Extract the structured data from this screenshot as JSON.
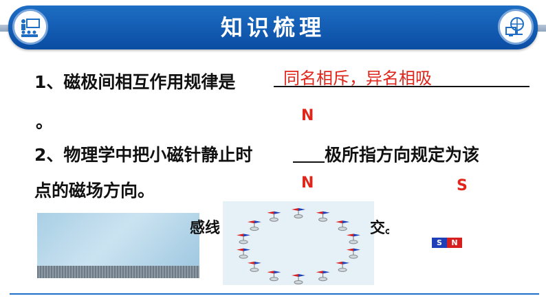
{
  "banner": {
    "title": "知识梳理",
    "left_icon": "presentation-icon",
    "right_icon": "globe-computer-icon"
  },
  "q1": {
    "text": "1、磁极间相互作用规律是",
    "answer": "同名相斥，异名相吸",
    "trailing": "。"
  },
  "q2": {
    "letter_above": "N",
    "line1": "2、物理学中把小磁针静止时",
    "line1_after": "极所指方向规定为该",
    "line2": "点的磁场方向。"
  },
  "labels": {
    "n_top": "N",
    "s_top": "S"
  },
  "partial_text": {
    "left": "感线",
    "right": "交。"
  },
  "magnet": {
    "s": "S",
    "n": "N"
  },
  "colors": {
    "banner": "#1d6ec4",
    "answer": "#e0261b",
    "magnet_s": "#1f3fb8",
    "magnet_n": "#d61f1f"
  }
}
